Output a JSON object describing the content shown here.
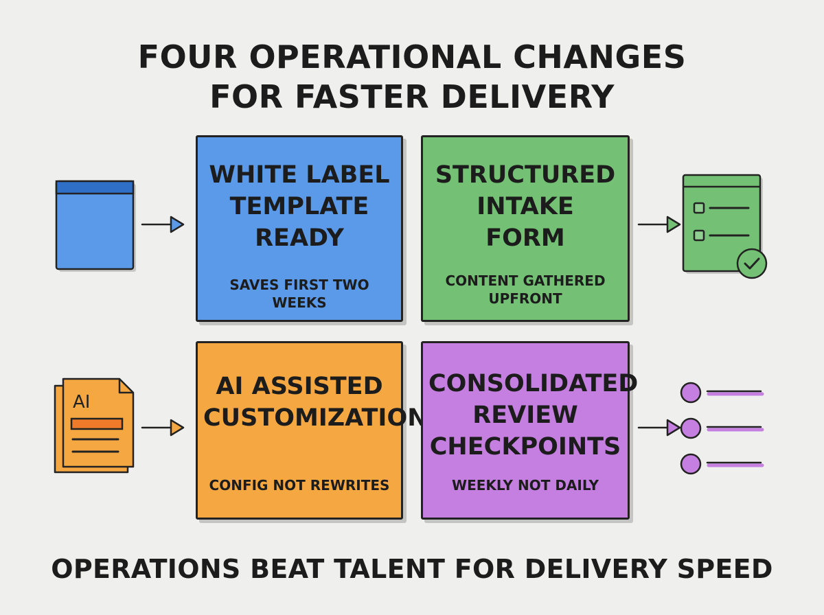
{
  "title": {
    "line1": "FOUR OPERATIONAL CHANGES",
    "line2": "FOR FASTER DELIVERY"
  },
  "cards": [
    {
      "title_lines": [
        "WHITE LABEL",
        "TEMPLATE",
        "READY"
      ],
      "subtitle_lines": [
        "SAVES FIRST TWO WEEKS"
      ],
      "color": "#5b9ae8"
    },
    {
      "title_lines": [
        "STRUCTURED",
        "INTAKE",
        "FORM"
      ],
      "subtitle_lines": [
        "CONTENT GATHERED",
        "UPFRONT"
      ],
      "color": "#74c175"
    },
    {
      "title_lines": [
        "AI ASSISTED",
        "CUSTOMIZATION"
      ],
      "subtitle_lines": [
        "CONFIG NOT REWRITES"
      ],
      "color": "#f5a842"
    },
    {
      "title_lines": [
        "CONSOLIDATED",
        "REVIEW",
        "CHECKPOINTS"
      ],
      "subtitle_lines": [
        "WEEKLY NOT DAILY"
      ],
      "color": "#c47fe0"
    }
  ],
  "icons": {
    "template": "browser-window-icon",
    "form": "checklist-form-icon",
    "ai_document": "ai-document-icon",
    "review": "checkpoint-list-icon",
    "ai_label": "AI"
  },
  "footer": "OPERATIONS BEAT TALENT FOR DELIVERY SPEED"
}
